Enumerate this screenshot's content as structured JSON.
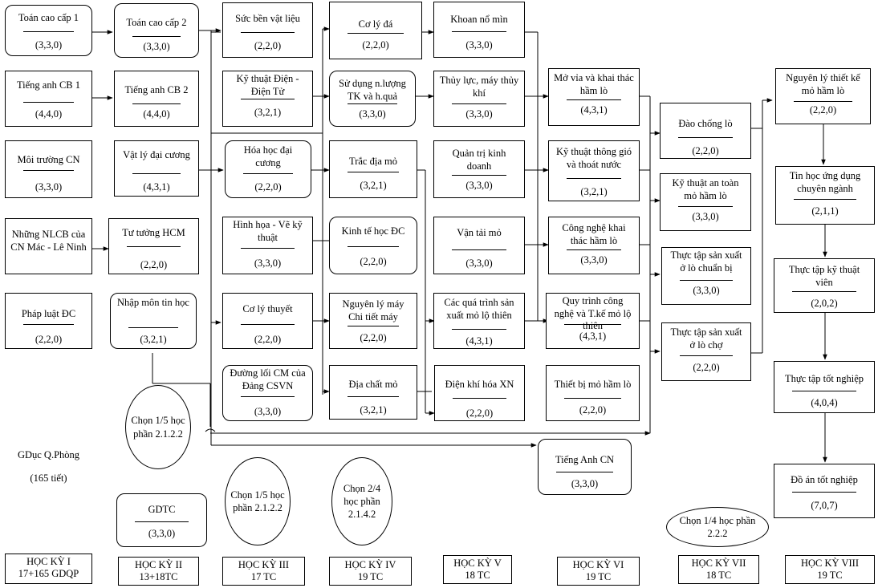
{
  "semester1": {
    "n1": {
      "name": "Toán cao cấp 1",
      "credits": "(3,3,0)"
    },
    "n2": {
      "name": "Tiếng anh CB 1",
      "credits": "(4,4,0)"
    },
    "n3": {
      "name": "Môi trường CN",
      "credits": "(3,3,0)"
    },
    "n4": {
      "name": "Những NLCB của CN Mác - Lê Ninh"
    },
    "n5": {
      "name": "Pháp luật ĐC",
      "credits": "(2,2,0)"
    },
    "gdqp": {
      "name": "GDục Q.Phòng",
      "credits": "(165 tiết)"
    }
  },
  "semester2": {
    "n1": {
      "name": "Toán cao cấp 2",
      "credits": "(3,3,0)"
    },
    "n2": {
      "name": "Tiếng anh CB 2",
      "credits": "(4,4,0)"
    },
    "n3": {
      "name": "Vật lý đại cương",
      "credits": "(4,3,1)"
    },
    "n4": {
      "name": "Tư tưởng HCM",
      "credits": "(2,2,0)"
    },
    "n5": {
      "name": "Nhập môn tin học",
      "credits": "(3,2,1)"
    },
    "elective": {
      "text": "Chọn 1/5 học phần 2.1.2.2"
    },
    "gdtc": {
      "name": "GDTC",
      "credits": "(3,3,0)"
    }
  },
  "semester3": {
    "n1": {
      "name": "Sức bền vật liệu",
      "credits": "(2,2,0)"
    },
    "n2": {
      "name": "Kỹ thuật Điện - Điện Tử",
      "credits": "(3,2,1)"
    },
    "n3": {
      "name": "Hóa học đại cương",
      "credits": "(2,2,0)"
    },
    "n4": {
      "name": "Hình họa - Vẽ kỹ thuật",
      "credits": "(3,3,0)"
    },
    "n5": {
      "name": "Cơ lý thuyết",
      "credits": "(2,2,0)"
    },
    "n6": {
      "name": "Đường lối CM của Đảng CSVN",
      "credits": "(3,3,0)"
    },
    "elective": {
      "text": "Chọn 1/5 học phần 2.1.2.2"
    }
  },
  "semester4": {
    "n1": {
      "name": "Cơ lý đá",
      "credits": "(2,2,0)"
    },
    "n2": {
      "name": "Sử dụng n.lượng TK và h.quả",
      "credits": "(3,3,0)"
    },
    "n3": {
      "name": "Trắc địa mỏ",
      "credits": "(3,2,1)"
    },
    "n4": {
      "name": "Kinh tế học ĐC",
      "credits": "(2,2,0)"
    },
    "n5": {
      "name": "Nguyên lý máy Chi tiết máy",
      "credits": "(2,2,0)"
    },
    "n6": {
      "name": "Địa chất mỏ",
      "credits": "(3,2,1)"
    },
    "elective": {
      "text": "Chọn 2/4 học phần 2.1.4.2"
    }
  },
  "semester5": {
    "n1": {
      "name": "Khoan nổ mìn",
      "credits": "(3,3,0)"
    },
    "n2": {
      "name": "Thủy lực, máy thủy khí",
      "credits": "(3,3,0)"
    },
    "n3": {
      "name": "Quản trị kinh doanh",
      "credits": "(3,3,0)"
    },
    "n4": {
      "name": "Vận tải mỏ",
      "credits": "(3,3,0)"
    },
    "n5": {
      "name": "Các quá trình sản xuất mỏ lộ thiên",
      "credits": "(4,3,1)"
    },
    "n6": {
      "name": "Điện khí hóa XN",
      "credits": "(2,2,0)"
    }
  },
  "semester6": {
    "n1": {
      "name": "Mở vỉa và khai thác hầm lò",
      "credits": "(4,3,1)"
    },
    "n2": {
      "name": "Kỹ thuật thông gió và thoát nước",
      "credits": "(3,2,1)"
    },
    "n3": {
      "name": "Công nghệ khai thác hầm lò",
      "credits": "(3,3,0)"
    },
    "n4": {
      "name": "Quy trình công nghệ và T.kế mỏ lộ thiên",
      "credits": "(4,3,1)"
    },
    "n5": {
      "name": "Thiết bị mỏ hầm lò",
      "credits": "(2,2,0)"
    },
    "n6": {
      "name": "Tiếng Anh CN",
      "credits": "(3,3,0)"
    }
  },
  "semester7": {
    "n1": {
      "name": "Đào chống lò",
      "credits": "(2,2,0)"
    },
    "n2": {
      "name": "Kỹ thuật an toàn mỏ hầm lò",
      "credits": "(3,3,0)"
    },
    "n3": {
      "name": "Thực tập sản xuất ở lò chuẩn bị",
      "credits": "(3,3,0)"
    },
    "n4": {
      "name": "Thực tập sản xuất ở lò chợ",
      "credits": "(2,2,0)"
    },
    "elective": {
      "text": "Chọn 1/4 học phần 2.2.2"
    }
  },
  "semester8": {
    "n1": {
      "name": "Nguyên lý thiết kế mỏ hầm lò",
      "credits": "(2,2,0)"
    },
    "n2": {
      "name": "Tin học ứng dụng chuyên ngành",
      "credits": "(2,1,1)"
    },
    "n3": {
      "name": "Thực tập kỹ thuật viên",
      "credits": "(2,0,2)"
    },
    "n4": {
      "name": "Thực tập tốt nghiệp",
      "credits": "(4,0,4)"
    },
    "n5": {
      "name": "Đồ án tốt nghiệp",
      "credits": "(7,0,7)"
    }
  },
  "footer": [
    {
      "name": "HỌC KỲ I",
      "credits": "17+165 GDQP"
    },
    {
      "name": "HỌC KỲ II",
      "credits": "13+18TC"
    },
    {
      "name": "HỌC KỲ III",
      "credits": "17 TC"
    },
    {
      "name": "HỌC KỲ IV",
      "credits": "19 TC"
    },
    {
      "name": "HỌC KỲ V",
      "credits": "18 TC"
    },
    {
      "name": "HỌC KỲ VI",
      "credits": "19 TC"
    },
    {
      "name": "HỌC KỲ VII",
      "credits": "18 TC"
    },
    {
      "name": "HỌC KỲ VIII",
      "credits": "19 TC"
    }
  ]
}
